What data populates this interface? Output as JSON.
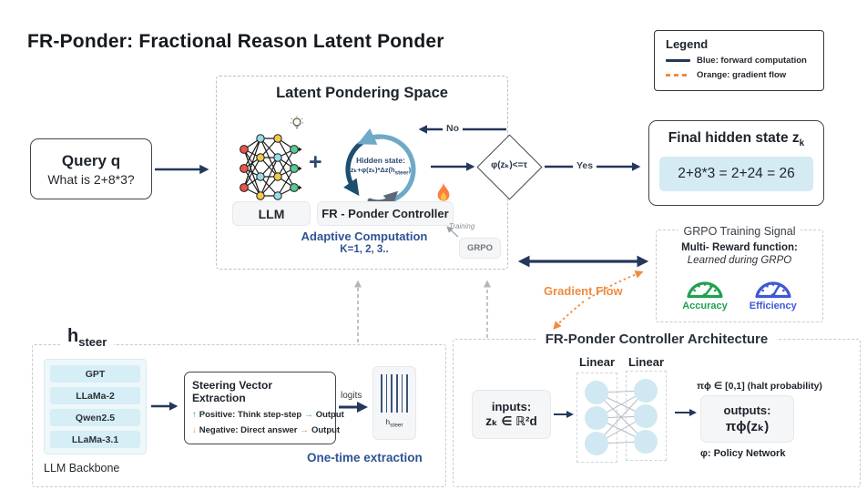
{
  "title": "FR-Ponder: Fractional Reason Latent Ponder",
  "colors": {
    "forward_blue": "#24385b",
    "gradient_orange": "#ee8c3f",
    "accent_text_blue": "#2e5395",
    "answer_fill": "#d4ebf3",
    "accuracy_green": "#1fa14f",
    "efficiency_blue": "#3f57d6"
  },
  "legend": {
    "title": "Legend",
    "blue_label": "Blue: forward computation",
    "orange_label": "Orange: gradient flow"
  },
  "query": {
    "title": "Query q",
    "question": "What is 2+8*3?"
  },
  "latent_space": {
    "title": "Latent Pondering Space",
    "llm_label": "LLM",
    "plus": "+",
    "controller_label": "FR - Ponder Controller",
    "hidden_state": {
      "line1": "Hidden state:",
      "formula": "zₖ+φ(zₖ)*Δz(h",
      "formula_sub": "steer",
      "formula_post": ")"
    },
    "adaptive_line1": "Adaptive Computation",
    "adaptive_line2": "K=1, 2, 3..",
    "training_label": "Training",
    "grpo_badge": "GRPO"
  },
  "decision": {
    "condition": "φ(zₖ)<=τ",
    "no": "No",
    "yes": "Yes"
  },
  "final": {
    "title": "Final hidden state z",
    "title_sub": "k",
    "answer": "2+8*3 = 2+24 = 26"
  },
  "grpo_signal": {
    "title": "GRPO Training Signal",
    "reward_title": "Multi- Reward function:",
    "reward_sub": "Learned during GRPO",
    "gauges": [
      {
        "label": "Accuracy"
      },
      {
        "label": "Efficiency"
      }
    ]
  },
  "gradient_flow_label": "Gradient Flow",
  "hsteer": {
    "title": "h",
    "title_sub": "steer",
    "backbone": {
      "items": [
        "GPT",
        "LLaMa-2",
        "Qwen2.5",
        "LLaMa-3.1"
      ],
      "label": "LLM Backbone"
    },
    "steering": {
      "title": "Steering Vector Extraction",
      "lines": [
        {
          "dir": "↑",
          "label": "Positive: Think step-step",
          "flow": "→",
          "output": "Output"
        },
        {
          "dir": "↓",
          "label": "Negative: Direct answer",
          "flow": "→",
          "output": "Output"
        }
      ]
    },
    "logits_label": "logits",
    "vector_label": "h",
    "vector_label_sub": "steer",
    "caption": "One-time extraction"
  },
  "controller_arch": {
    "title": "FR-Ponder Controller Architecture",
    "linear1": "Linear",
    "linear2": "Linear",
    "inputs_line1": "inputs:",
    "inputs_line2": "zₖ ∈ ℝ²d",
    "halt_note": "πϕ ∈ [0,1] (halt probability)",
    "outputs_line1": "outputs:",
    "outputs_line2": "πϕ(zₖ)",
    "policy_note": "φ: Policy Network"
  }
}
